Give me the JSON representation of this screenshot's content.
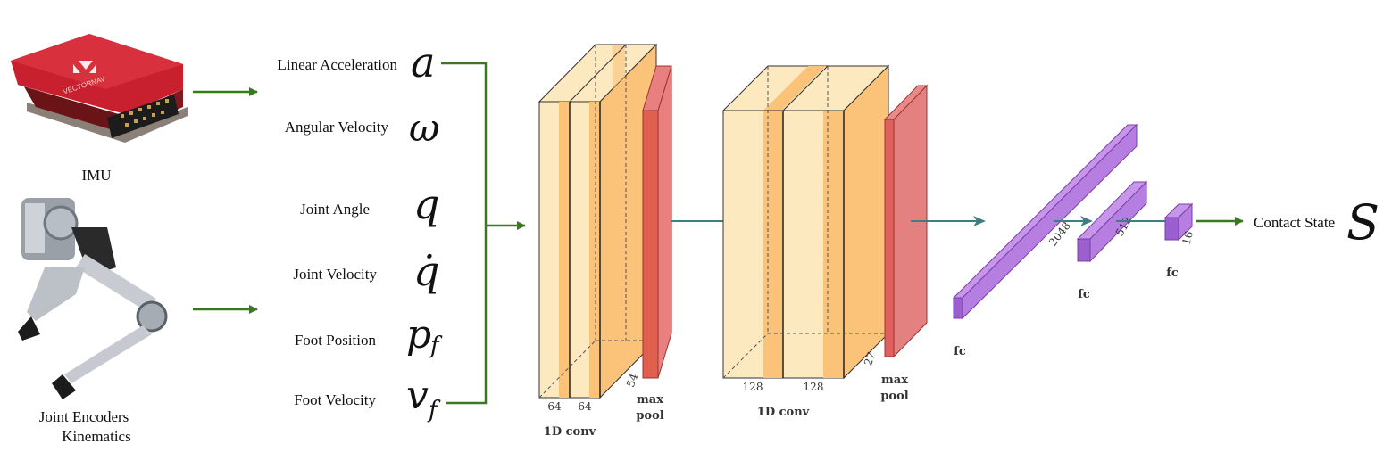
{
  "sources": {
    "imu_caption": "IMU",
    "encoders_caption_line1": "Joint Encoders",
    "encoders_caption_line2": "Kinematics",
    "imu_device_brand": "VECTORNAV"
  },
  "inputs": [
    {
      "label": "Linear Acceleration",
      "symbol": "a",
      "sub": ""
    },
    {
      "label": "Angular Velocity",
      "symbol": "ω",
      "sub": ""
    },
    {
      "label": "Joint Angle",
      "symbol": "q",
      "sub": ""
    },
    {
      "label": "Joint Velocity",
      "symbol": "q̇",
      "sub": ""
    },
    {
      "label": "Foot Position",
      "symbol": "p",
      "sub": "f"
    },
    {
      "label": "Foot Velocity",
      "symbol": "v",
      "sub": "f"
    }
  ],
  "network": {
    "conv1": {
      "channels": [
        "64",
        "64"
      ],
      "label": "1D conv"
    },
    "pool1": {
      "size": "54",
      "label_line1": "max",
      "label_line2": "pool"
    },
    "conv2": {
      "channels": [
        "128",
        "128"
      ],
      "label": "1D conv"
    },
    "pool2": {
      "size": "27",
      "label_line1": "max",
      "label_line2": "pool"
    },
    "fc1": {
      "size": "2048",
      "label": "fc"
    },
    "fc2": {
      "size": "512",
      "label": "fc"
    },
    "fc3": {
      "size": "16",
      "label": "fc"
    }
  },
  "output": {
    "label": "Contact State",
    "symbol": "S"
  },
  "colors": {
    "arrow_green": "#3a7a1e",
    "arrow_teal": "#3d7f80",
    "conv_light": "#fde9c0",
    "conv_dark": "#fbc27a",
    "pool": "#e07070",
    "fc": "#b67ee0",
    "imu_red": "#c8202e"
  }
}
